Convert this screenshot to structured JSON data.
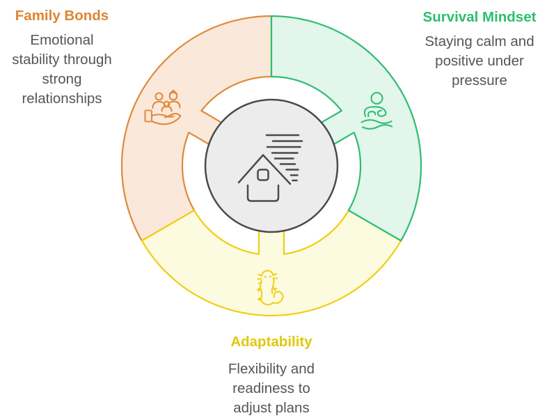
{
  "page": {
    "background": "#FFFFFF",
    "type": "cycle-infographic"
  },
  "diagram": {
    "text_color": "#565457",
    "center": {
      "icon": "house-storm-icon",
      "fill": "#ECECEC",
      "stroke": "#4A4A4A"
    },
    "segments": [
      {
        "id": "family-bonds",
        "title": "Family Bonds",
        "description": "Emotional stability through strong relationships",
        "label_color": "#DE8435",
        "stroke": "#E08A3E",
        "fill": "#FAE9DA",
        "icon": "family-care-icon",
        "position": "top-left"
      },
      {
        "id": "survival-mindset",
        "title": "Survival Mindset",
        "description": "Staying calm and positive under pressure",
        "label_color": "#2EBD70",
        "stroke": "#30BE73",
        "fill": "#E3F6EB",
        "icon": "meditation-icon",
        "position": "top-right"
      },
      {
        "id": "adaptability",
        "title": "Adaptability",
        "description": "Flexibility and readiness to adjust plans",
        "label_color": "#E2C70E",
        "stroke": "#EED014",
        "fill": "#FCFADF",
        "icon": "axolotl-icon",
        "position": "bottom"
      }
    ]
  }
}
